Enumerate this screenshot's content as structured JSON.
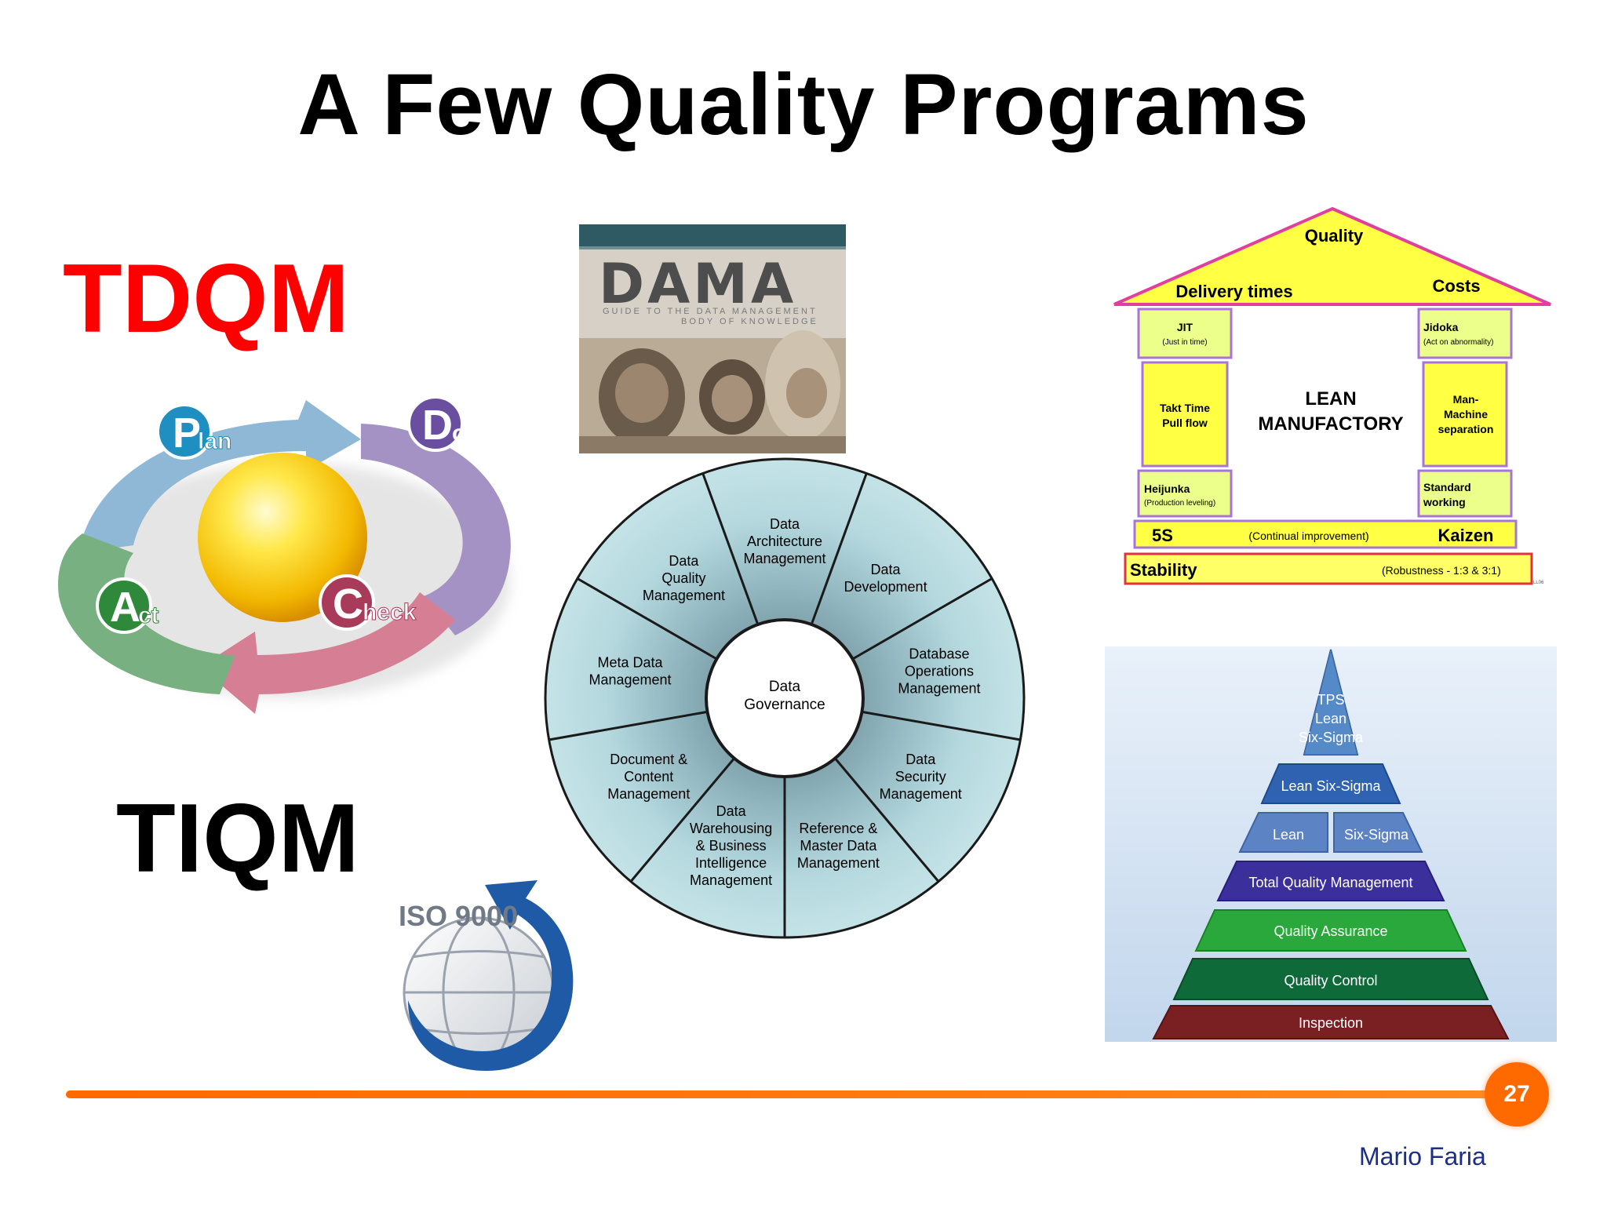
{
  "slide": {
    "title": "A Few Quality Programs",
    "left_label_top": "TDQM",
    "left_label_bottom": "TIQM",
    "page_number": "27",
    "author": "Mario Faria"
  },
  "pdca": {
    "plan": {
      "big": "P",
      "small": "lan"
    },
    "do": {
      "big": "D",
      "small": "o"
    },
    "check": {
      "big": "C",
      "small": "heck"
    },
    "act": {
      "big": "A",
      "small": "ct"
    }
  },
  "iso": {
    "label": "ISO 9000"
  },
  "dama_cover": {
    "title": "DAMA",
    "subtitle_line1": "GUIDE TO THE DATA MANAGEMENT",
    "subtitle_line2": "BODY OF KNOWLEDGE"
  },
  "dama_wheel": {
    "center": [
      "Data",
      "Governance"
    ],
    "segments": [
      {
        "lines": [
          "Data",
          "Architecture",
          "Management"
        ]
      },
      {
        "lines": [
          "Data",
          "Development"
        ]
      },
      {
        "lines": [
          "Database",
          "Operations",
          "Management"
        ]
      },
      {
        "lines": [
          "Data",
          "Security",
          "Management"
        ]
      },
      {
        "lines": [
          "Reference &",
          "Master Data",
          "Management"
        ]
      },
      {
        "lines": [
          "Data",
          "Warehousing",
          "& Business",
          "Intelligence",
          "Management"
        ]
      },
      {
        "lines": [
          "Document &",
          "Content",
          "Management"
        ]
      },
      {
        "lines": [
          "Meta Data",
          "Management"
        ]
      },
      {
        "lines": [
          "Data",
          "Quality",
          "Management"
        ]
      }
    ]
  },
  "lean_house": {
    "roof_top": "Quality",
    "roof_left": "Delivery times",
    "roof_right": "Costs",
    "jit": "JIT",
    "jit_sub": "(Just in time)",
    "jidoka": "Jidoka",
    "jidoka_sub": "(Act on abnormality)",
    "takt_1": "Takt Time",
    "takt_2": "Pull flow",
    "center_1": "LEAN",
    "center_2": "MANUFACTORY",
    "man_1": "Man-",
    "man_2": "Machine",
    "man_3": "separation",
    "heijunka": "Heijunka",
    "heijunka_sub": "(Production leveling)",
    "standard_1": "Standard",
    "standard_2": "working",
    "fives": "5S",
    "continual": "(Continual improvement)",
    "kaizen": "Kaizen",
    "stability": "Stability",
    "robustness": "(Robustness - 1:3 & 3:1)",
    "tag": "LL06"
  },
  "pyramid": {
    "tps_1": "TPS",
    "tps_2": "Lean",
    "tps_3": "Six-Sigma",
    "lean_six_sigma": "Lean Six-Sigma",
    "lean": "Lean",
    "six_sigma": "Six-Sigma",
    "tqm": "Total Quality Management",
    "qa": "Quality Assurance",
    "qc": "Quality Control",
    "inspection": "Inspection"
  }
}
